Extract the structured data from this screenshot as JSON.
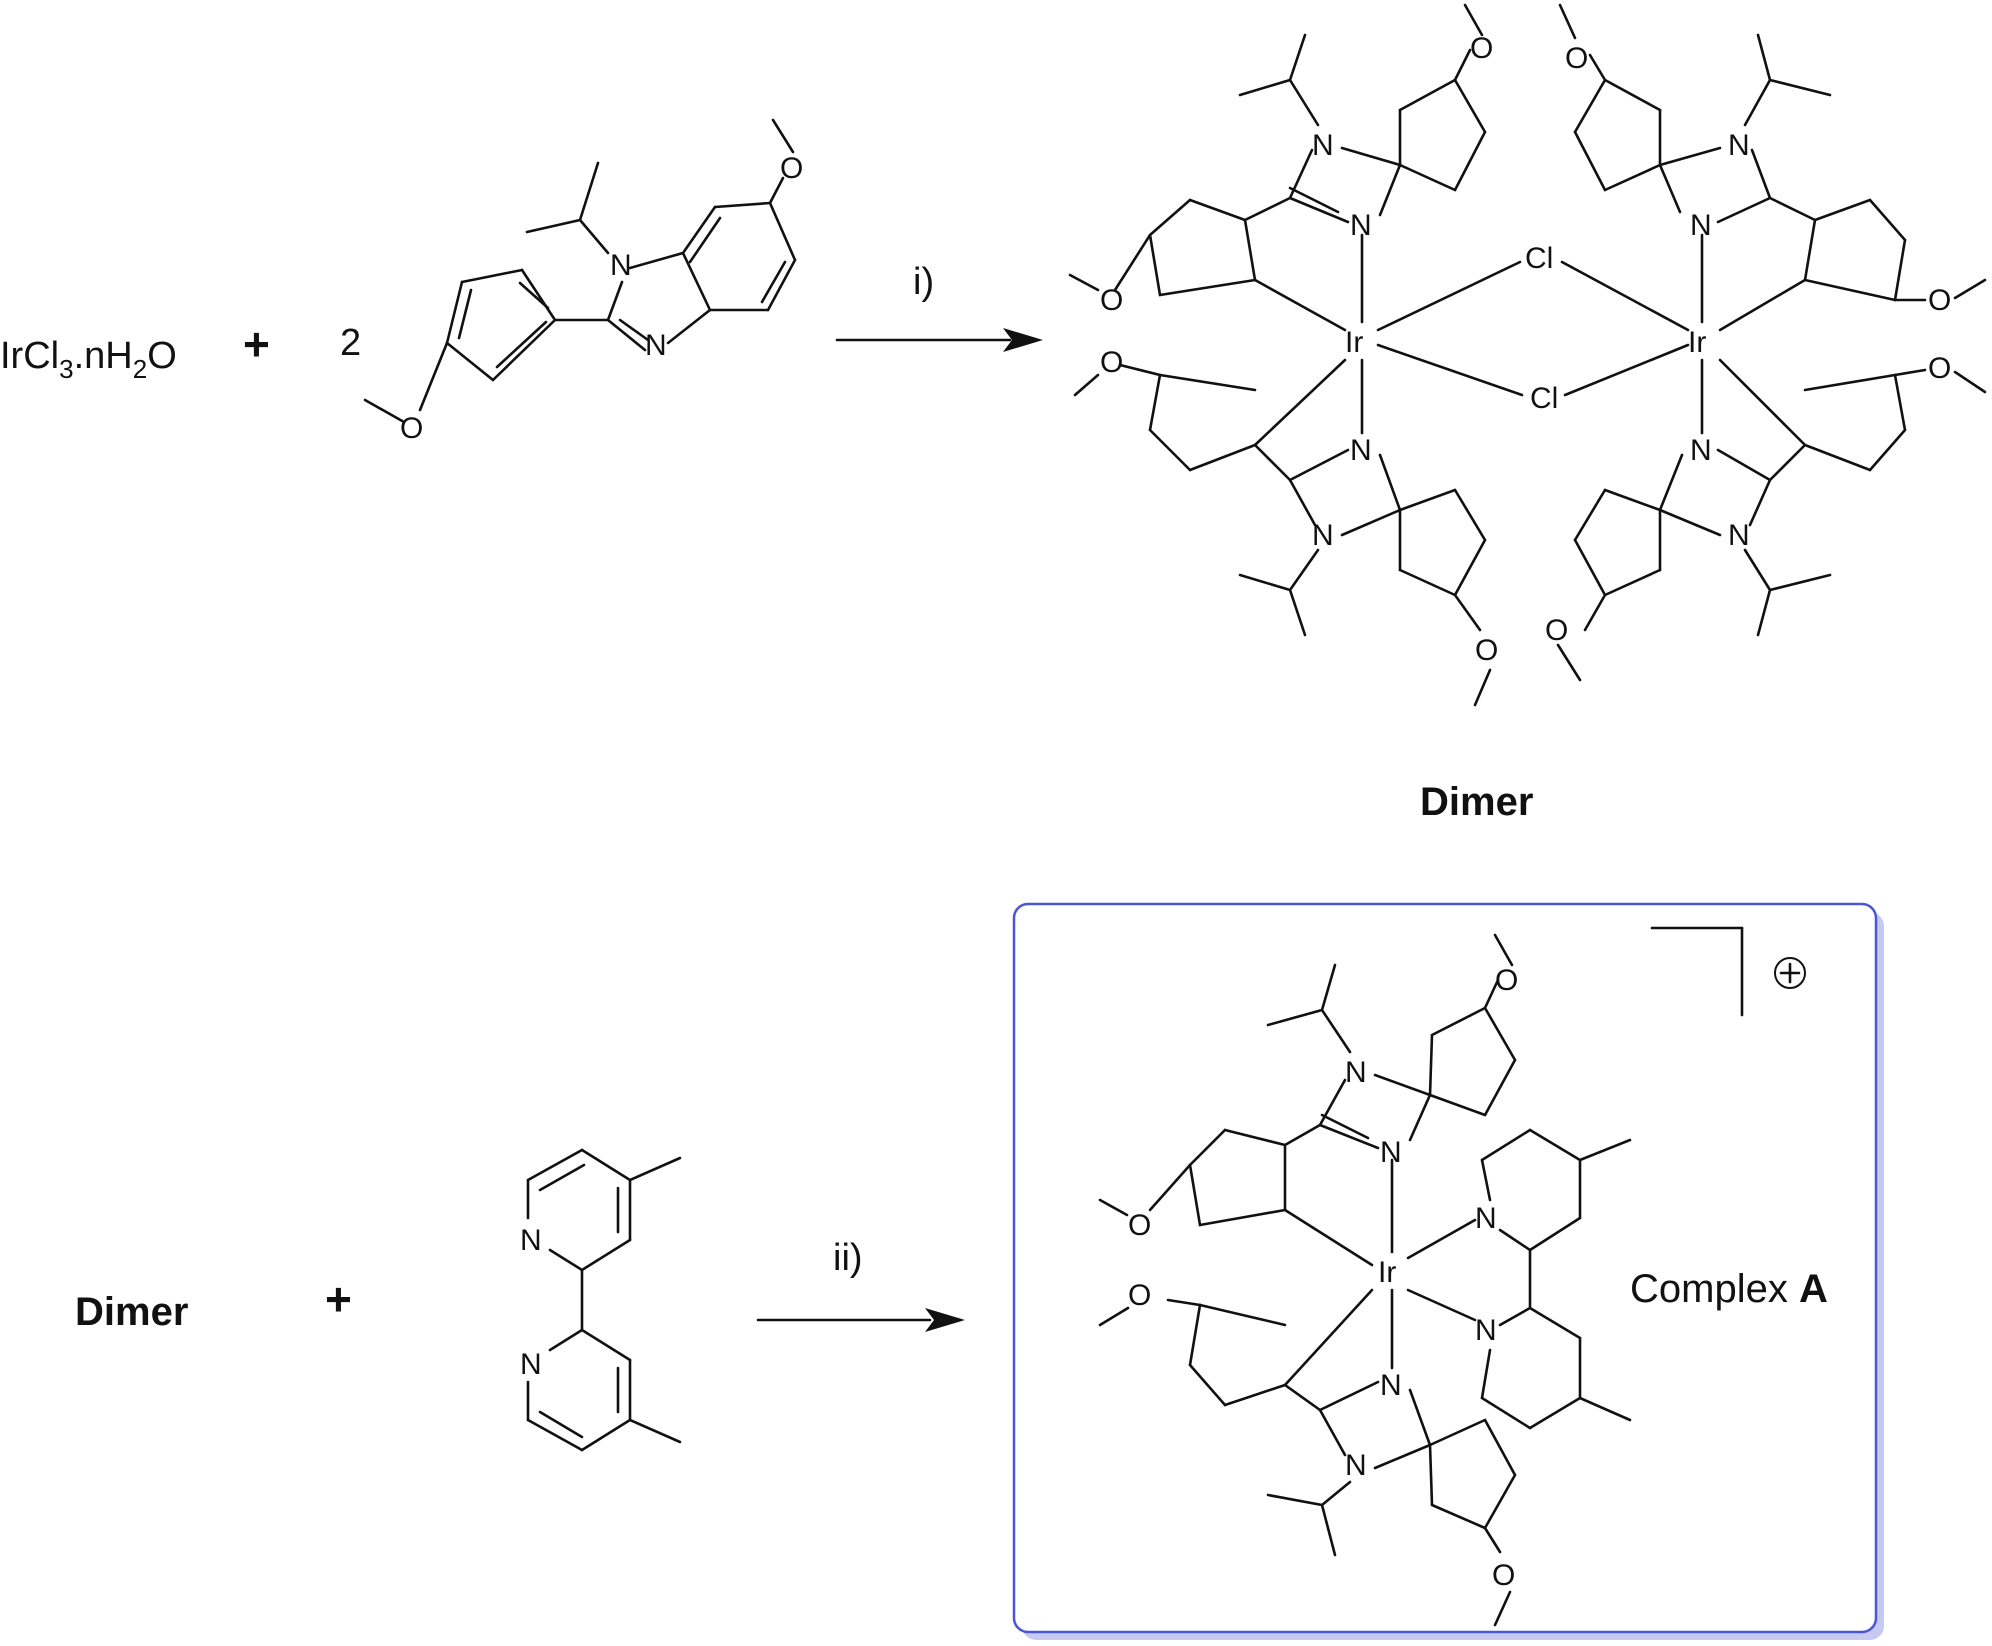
{
  "reaction1": {
    "reactant_reagent": "IrCl3.nH2O",
    "reagent_parts": {
      "a": "IrCl",
      "sub1": "3",
      "b": ".nH",
      "sub2": "2",
      "c": "O"
    },
    "plus": "+",
    "coefficient": "2",
    "condition": "i)",
    "product_label": "Dimer"
  },
  "reaction2": {
    "reactant_label": "Dimer",
    "plus": "+",
    "condition": "ii)",
    "product_label_prefix": "Complex",
    "product_label_bold": "A",
    "charge_symbol": "⊕"
  },
  "atoms": {
    "N": "N",
    "O": "O",
    "Ir": "Ir",
    "Cl": "Cl"
  },
  "colors": {
    "box_border": "#4a57d4",
    "box_shadow": "#c8c9f2",
    "ink": "#111111"
  }
}
